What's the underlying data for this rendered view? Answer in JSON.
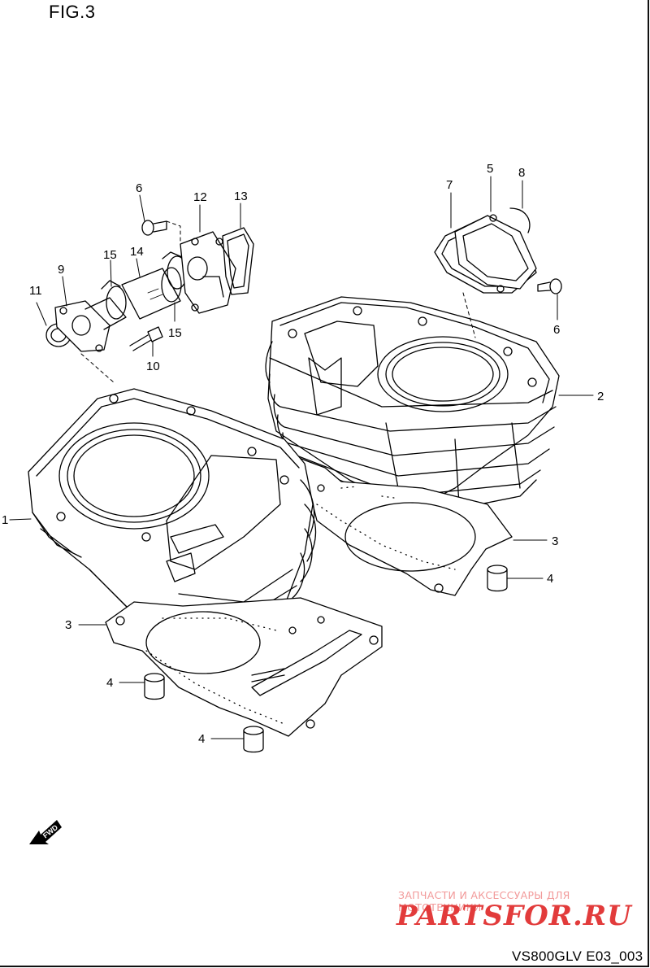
{
  "figure": {
    "title": "FIG.3",
    "code": "VS800GLV E03_003"
  },
  "fwd_label": "FWD",
  "callouts": {
    "c1": "1",
    "c2": "2",
    "c3a": "3",
    "c3b": "3",
    "c4a": "4",
    "c4b": "4",
    "c4c": "4",
    "c5": "5",
    "c6a": "6",
    "c6b": "6",
    "c7": "7",
    "c8": "8",
    "c9": "9",
    "c10": "10",
    "c11": "11",
    "c12": "12",
    "c13": "13",
    "c14": "14",
    "c15a": "15",
    "c15b": "15"
  },
  "watermark": {
    "tagline": "ЗАПЧАСТИ И АКСЕССУАРЫ ДЛЯ МОТОТЕХНИКИ",
    "logo": "PARTSFOR.RU"
  }
}
